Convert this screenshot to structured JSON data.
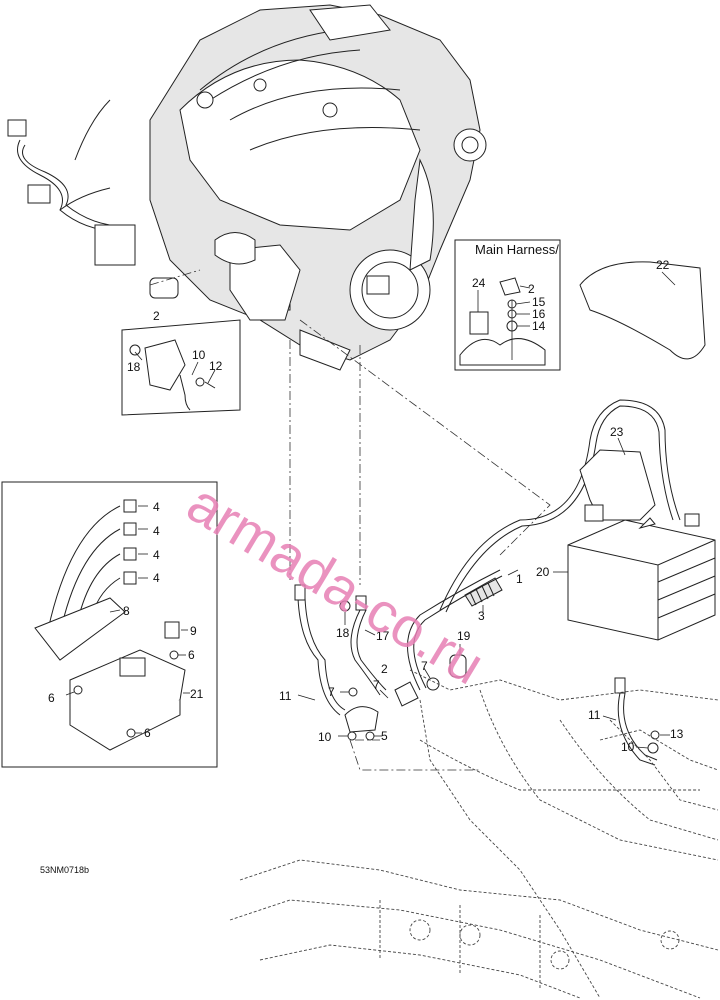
{
  "diagram": {
    "inset_title": "Main Harness/",
    "drawing_code": "53NM0718b",
    "watermark": "armada-co.ru",
    "callouts": [
      "1",
      "2",
      "3",
      "4",
      "5",
      "6",
      "7",
      "8",
      "9",
      "10",
      "11",
      "12",
      "13",
      "14",
      "15",
      "16",
      "17",
      "18",
      "19",
      "20",
      "21",
      "22",
      "23",
      "24"
    ]
  }
}
